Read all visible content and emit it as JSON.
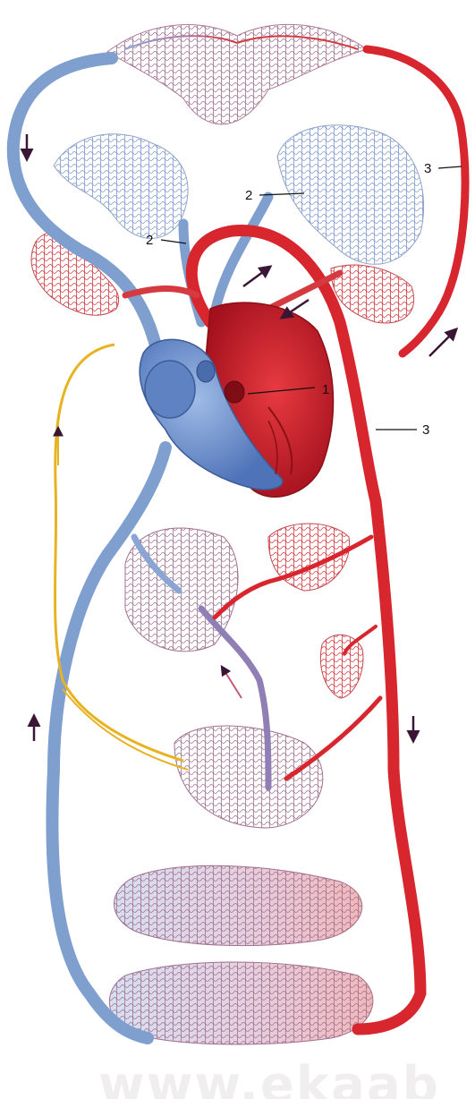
{
  "colors": {
    "vein": "#7f9fcf",
    "vein_dark": "#4f6fa8",
    "artery": "#d8262e",
    "artery_dark": "#a5141c",
    "heart_red": "#c9172a",
    "heart_blue": "#6a8fcc",
    "lymph": "#e8b323",
    "arrow": "#3a1636"
  },
  "labels": {
    "heart": "1",
    "pulmonary_left": "2",
    "pulmonary_right": "2",
    "aorta_upper": "3",
    "aorta_lower": "3"
  },
  "icons": [
    "arrow-down-icon",
    "arrow-up-icon"
  ],
  "watermark": "www.ekaab"
}
